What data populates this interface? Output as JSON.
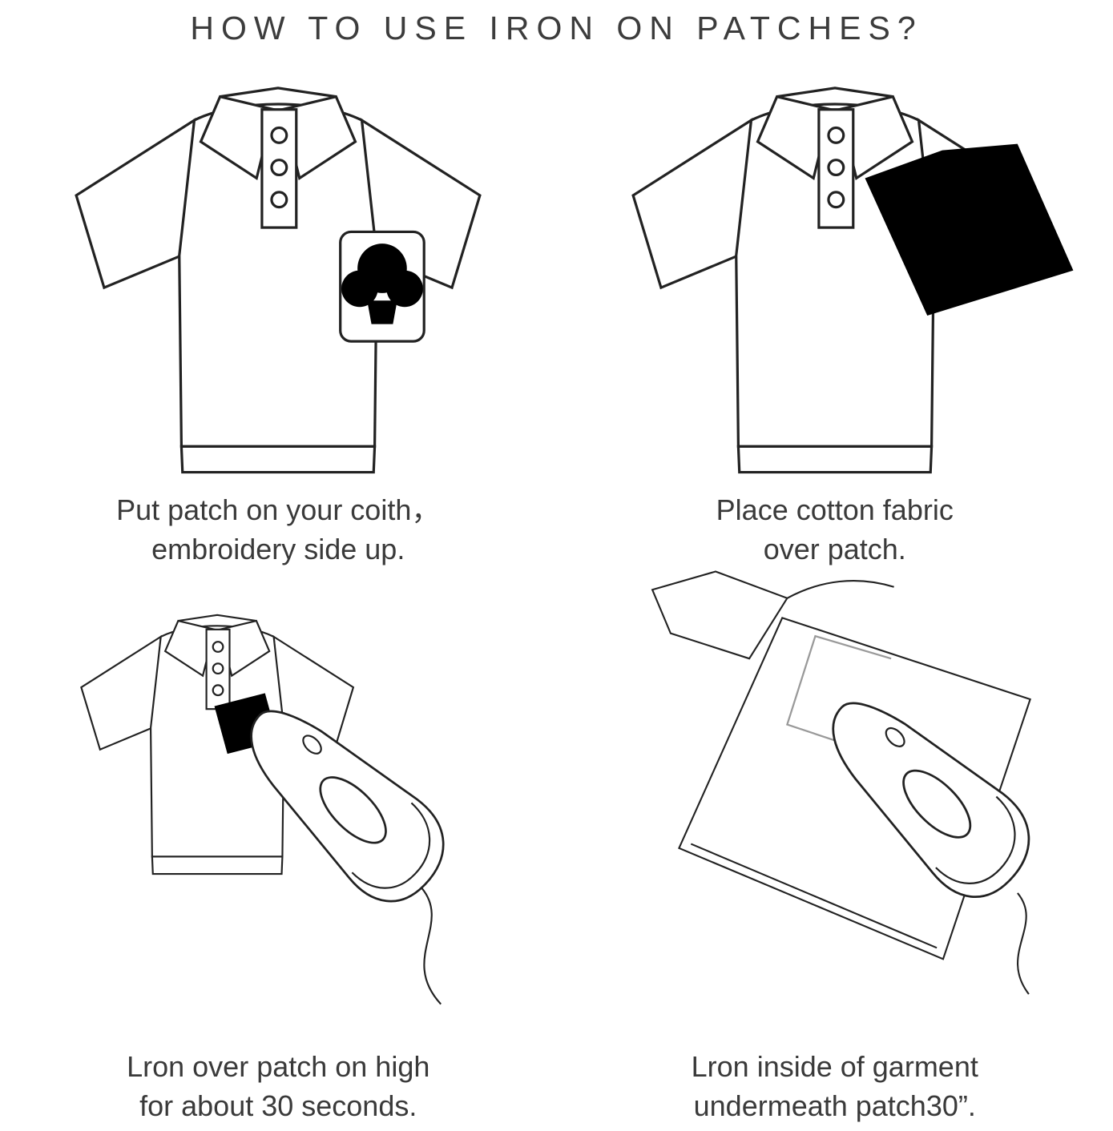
{
  "title": "HOW TO USE IRON ON PATCHES?",
  "steps": [
    {
      "id": 1,
      "illustration": "polo-shirt-with-patch-on-pocket",
      "caption_line1": "Put patch on your coith，",
      "caption_line2": "embroidery side up."
    },
    {
      "id": 2,
      "illustration": "polo-shirt-with-cotton-fabric-over-patch",
      "caption_line1": "Place cotton fabric",
      "caption_line2": "over patch."
    },
    {
      "id": 3,
      "illustration": "iron-pressing-patch-on-polo-shirt",
      "caption_line1": "Lron over patch on high",
      "caption_line2": "for about 30 seconds."
    },
    {
      "id": 4,
      "illustration": "iron-on-inside-of-garment-under-patch",
      "caption_line1": "Lron inside of garment",
      "caption_line2": "undermeath patch30”."
    }
  ],
  "colors": {
    "line": "#222222",
    "text": "#3a3a3a",
    "patch": "#000000",
    "guide_line": "#9a9a9a",
    "background": "#ffffff"
  }
}
